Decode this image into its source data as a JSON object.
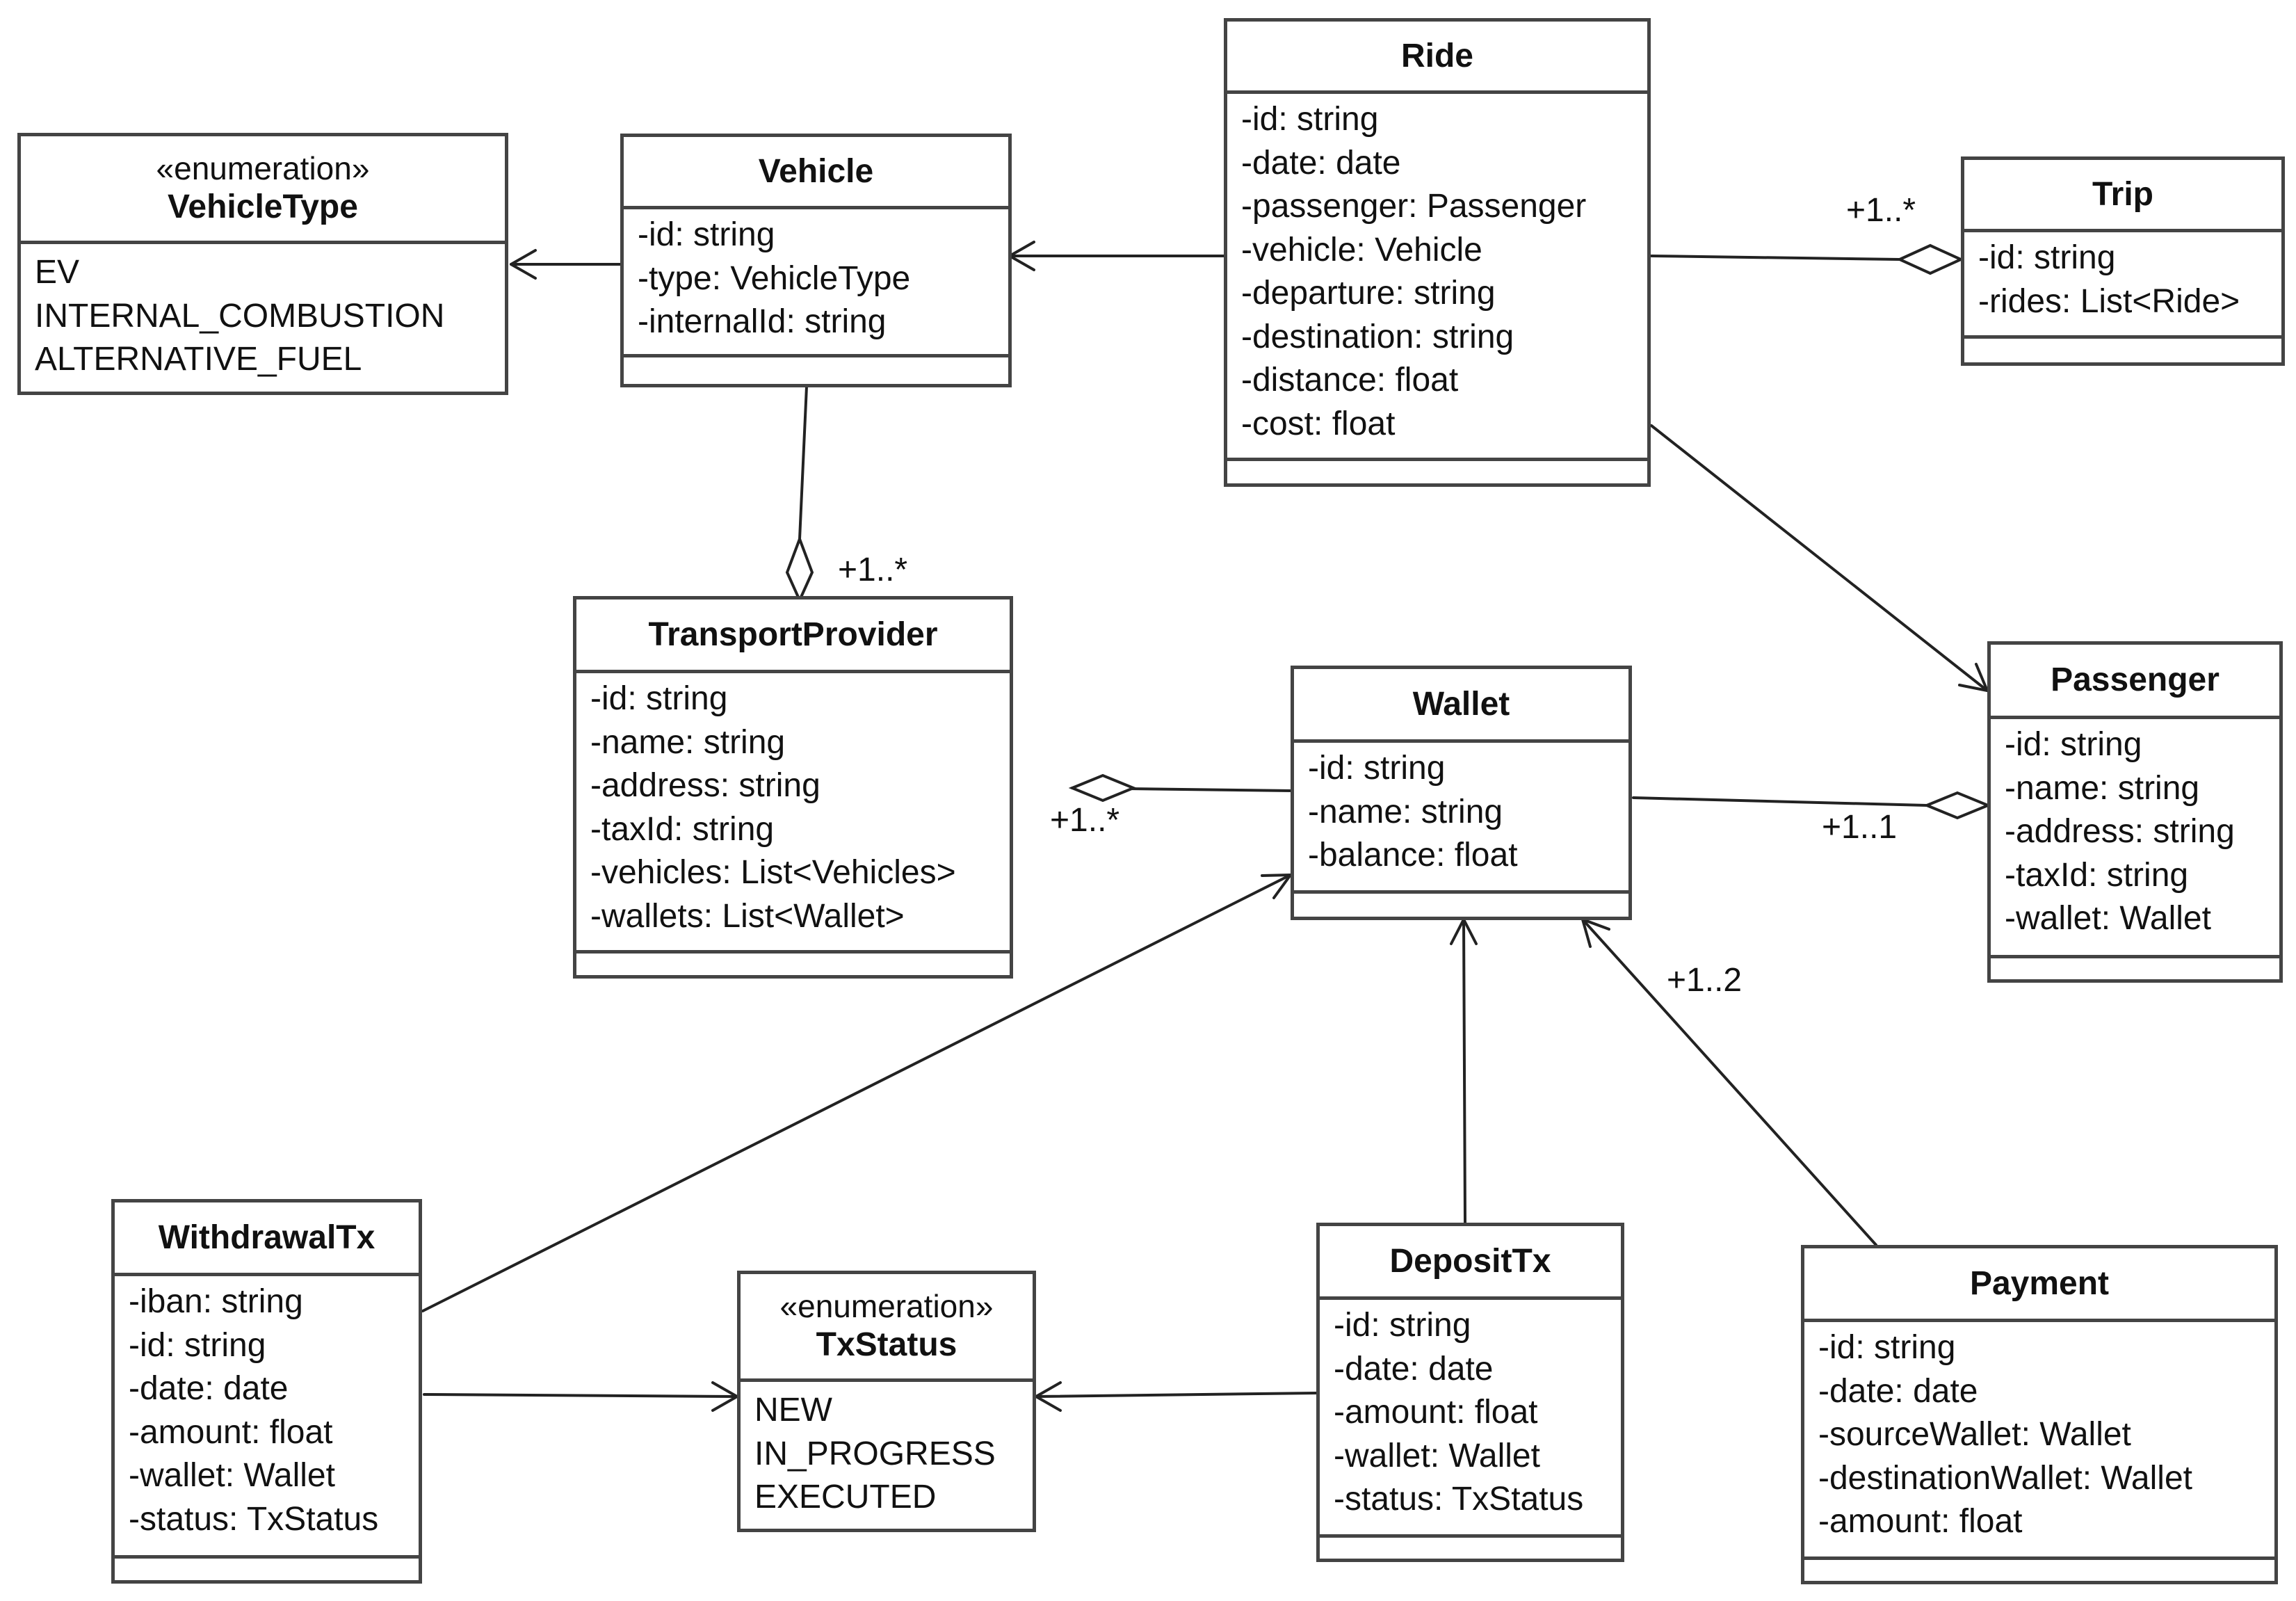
{
  "diagram": {
    "classes": {
      "vehicle_type": {
        "stereotype": "«enumeration»",
        "name": "VehicleType",
        "values": [
          "EV",
          "INTERNAL_COMBUSTION",
          "ALTERNATIVE_FUEL"
        ]
      },
      "vehicle": {
        "name": "Vehicle",
        "attributes": [
          "-id: string",
          "-type: VehicleType",
          "-internalId: string"
        ]
      },
      "ride": {
        "name": "Ride",
        "attributes": [
          "-id: string",
          "-date: date",
          "-passenger: Passenger",
          "-vehicle: Vehicle",
          "-departure: string",
          "-destination: string",
          "-distance: float",
          "-cost: float"
        ]
      },
      "trip": {
        "name": "Trip",
        "attributes": [
          "-id: string",
          "-rides: List<Ride>"
        ]
      },
      "transport_provider": {
        "name": "TransportProvider",
        "attributes": [
          "-id: string",
          "-name: string",
          "-address: string",
          "-taxId: string",
          "-vehicles: List<Vehicles>",
          "-wallets: List<Wallet>"
        ]
      },
      "wallet": {
        "name": "Wallet",
        "attributes": [
          "-id: string",
          "-name: string",
          "-balance: float"
        ]
      },
      "passenger": {
        "name": "Passenger",
        "attributes": [
          "-id: string",
          "-name: string",
          "-address: string",
          "-taxId: string",
          "-wallet: Wallet"
        ]
      },
      "withdrawal_tx": {
        "name": "WithdrawalTx",
        "attributes": [
          "-iban: string",
          "-id: string",
          "-date: date",
          "-amount: float",
          "-wallet: Wallet",
          "-status: TxStatus"
        ]
      },
      "tx_status": {
        "stereotype": "«enumeration»",
        "name": "TxStatus",
        "values": [
          "NEW",
          "IN_PROGRESS",
          "EXECUTED"
        ]
      },
      "deposit_tx": {
        "name": "DepositTx",
        "attributes": [
          "-id: string",
          "-date: date",
          "-amount: float",
          "-wallet: Wallet",
          "-status: TxStatus"
        ]
      },
      "payment": {
        "name": "Payment",
        "attributes": [
          "-id: string",
          "-date: date",
          "-sourceWallet: Wallet",
          "-destinationWallet: Wallet",
          "-amount: float"
        ]
      }
    },
    "multiplicities": {
      "ride_trip": "+1..*",
      "vehicle_provider": "+1..*",
      "provider_wallet": "+1..*",
      "wallet_passenger": "+1..1",
      "payment_wallet": "+1..2"
    },
    "relationships": [
      {
        "from": "Vehicle",
        "to": "VehicleType",
        "kind": "association"
      },
      {
        "from": "Ride",
        "to": "Vehicle",
        "kind": "association"
      },
      {
        "from": "Ride",
        "to": "Trip",
        "kind": "aggregation",
        "multiplicity": "+1..*"
      },
      {
        "from": "Ride",
        "to": "Passenger",
        "kind": "association"
      },
      {
        "from": "Vehicle",
        "to": "TransportProvider",
        "kind": "aggregation",
        "multiplicity": "+1..*"
      },
      {
        "from": "Wallet",
        "to": "TransportProvider",
        "kind": "aggregation",
        "multiplicity": "+1..*"
      },
      {
        "from": "Wallet",
        "to": "Passenger",
        "kind": "aggregation",
        "multiplicity": "+1..1"
      },
      {
        "from": "WithdrawalTx",
        "to": "Wallet",
        "kind": "association"
      },
      {
        "from": "DepositTx",
        "to": "Wallet",
        "kind": "association"
      },
      {
        "from": "Payment",
        "to": "Wallet",
        "kind": "association",
        "multiplicity": "+1..2"
      },
      {
        "from": "WithdrawalTx",
        "to": "TxStatus",
        "kind": "association"
      },
      {
        "from": "DepositTx",
        "to": "TxStatus",
        "kind": "association"
      }
    ],
    "colors": {
      "line": "#222222",
      "border": "#444444",
      "text": "#111111",
      "background": "#ffffff"
    }
  }
}
